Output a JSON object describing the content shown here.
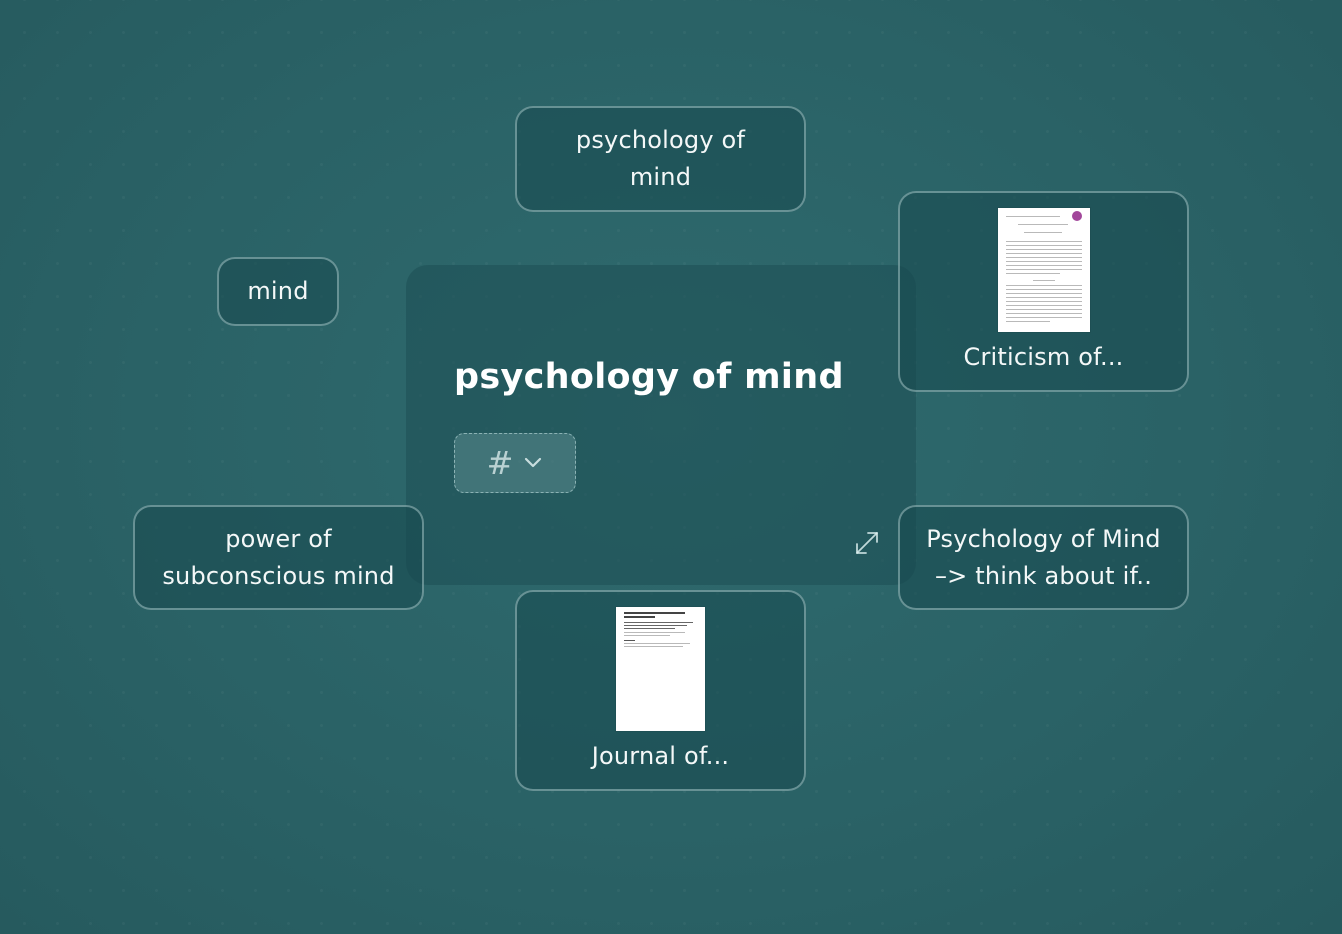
{
  "canvas": {
    "center": {
      "title": "psychology of mind",
      "tag_icon": "hash-icon",
      "tag_dropdown_icon": "chevron-down-icon",
      "tag_symbol": "#",
      "expand_icon": "expand-arrows-icon"
    },
    "nodes": {
      "top": {
        "text": "psychology of\nmind"
      },
      "left_upper": {
        "text": "mind"
      },
      "left_lower": {
        "text": "power of\nsubconscious mind"
      },
      "right_upper": {
        "caption": "Criticism of...",
        "thumbnail": "document-thumbnail"
      },
      "right_lower": {
        "text": "Psychology of Mind\n–> think about if.."
      },
      "bottom": {
        "caption": "Journal of...",
        "thumbnail": "document-thumbnail"
      }
    }
  }
}
